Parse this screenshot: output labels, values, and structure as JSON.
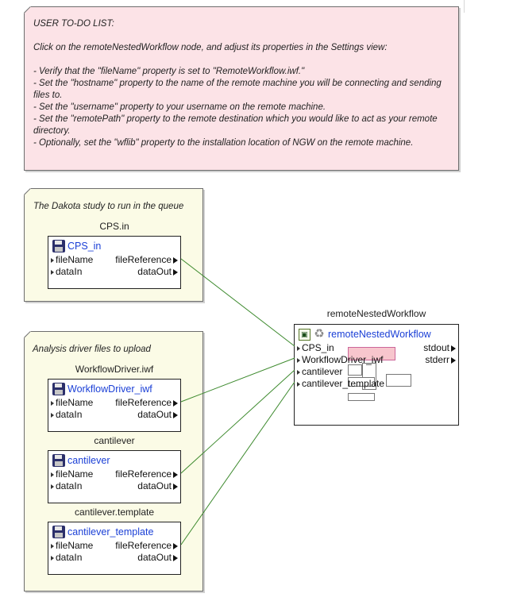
{
  "todo": {
    "title": "USER TO-DO LIST:",
    "intro": "Click on the remoteNestedWorkflow node, and adjust its properties in the Settings view:",
    "items": [
      "- Verify that the \"fileName\" property is set to \"RemoteWorkflow.iwf.\"",
      "- Set the \"hostname\" property to the name of the remote machine you will be connecting and sending files to.",
      "- Set the \"username\" property to your username on the remote machine.",
      "- Set the \"remotePath\" property to the remote destination which you would like to act as your remote directory.",
      "- Optionally, set the \"wflib\" property to the installation location of NGW on the remote machine."
    ]
  },
  "group1": {
    "label": "The Dakota study to run in the queue",
    "node": {
      "caption": "CPS.in",
      "title": "CPS_in",
      "icon": "floppy-disk-icon",
      "inputs": [
        "fileName",
        "dataIn"
      ],
      "outputs": [
        "fileReference",
        "dataOut"
      ]
    }
  },
  "group2": {
    "label": "Analysis driver files to upload",
    "nodes": [
      {
        "caption": "WorkflowDriver.iwf",
        "title": "WorkflowDriver_iwf",
        "icon": "floppy-disk-icon",
        "inputs": [
          "fileName",
          "dataIn"
        ],
        "outputs": [
          "fileReference",
          "dataOut"
        ]
      },
      {
        "caption": "cantilever",
        "title": "cantilever",
        "icon": "floppy-disk-icon",
        "inputs": [
          "fileName",
          "dataIn"
        ],
        "outputs": [
          "fileReference",
          "dataOut"
        ]
      },
      {
        "caption": "cantilever.template",
        "title": "cantilever_template",
        "icon": "floppy-disk-icon",
        "inputs": [
          "fileName",
          "dataIn"
        ],
        "outputs": [
          "fileReference",
          "dataOut"
        ]
      }
    ]
  },
  "remote": {
    "caption": "remoteNestedWorkflow",
    "title": "remoteNestedWorkflow",
    "icons": [
      "workflow-icon",
      "recycle-icon"
    ],
    "inputs": [
      "CPS_in",
      "WorkflowDriver_iwf",
      "cantilever",
      "cantilever_template"
    ],
    "outputs": [
      "stdout",
      "stderr"
    ]
  },
  "colors": {
    "wire": "#3d8a2e",
    "link": "#1a3fd6",
    "todo_bg": "#fce3e7",
    "group_bg": "#fbfbe6"
  }
}
